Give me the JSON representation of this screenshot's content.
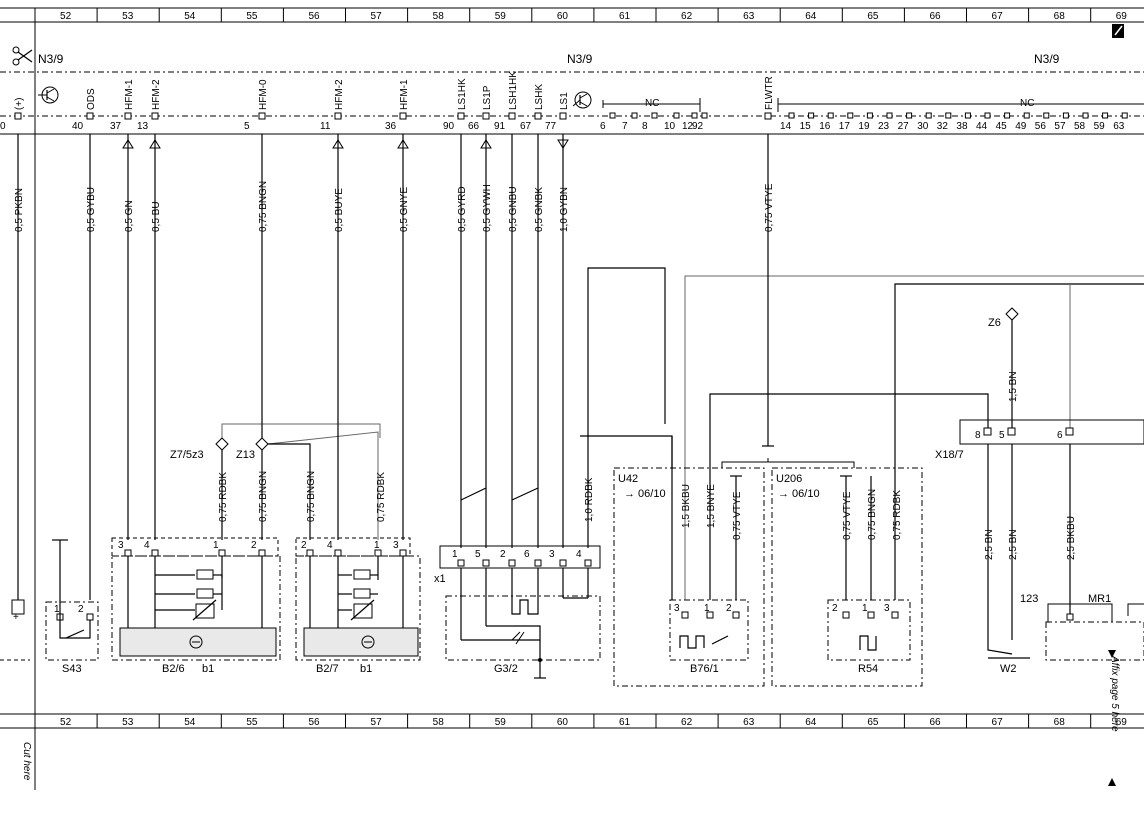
{
  "grid_numbers": [
    "52",
    "53",
    "54",
    "55",
    "56",
    "57",
    "58",
    "59",
    "60",
    "61",
    "62",
    "63",
    "64",
    "65",
    "66",
    "67",
    "68",
    "69"
  ],
  "header": {
    "n39_left": "N3/9",
    "n39_mid": "N3/9",
    "n39_right": "N3/9"
  },
  "top_signals": [
    {
      "label": "(+)",
      "pin": "0",
      "wire": "0,5 PKBN"
    },
    {
      "label": "ODS",
      "pin": "40",
      "wire": "0,5 GYBU"
    },
    {
      "label": "HFM-1",
      "pin": "37",
      "wire": "0,5 GN"
    },
    {
      "label": "HFM-2",
      "pin": "13",
      "wire": "0,5 BU"
    },
    {
      "label": "HFM-0",
      "pin": "5",
      "wire": "0,75 BNGN"
    },
    {
      "label": "HFM-2",
      "pin": "11",
      "wire": "0,5 BUYE"
    },
    {
      "label": "HFM-1",
      "pin": "36",
      "wire": "0,5 GNYE"
    },
    {
      "label": "LS1HK",
      "pin": "90",
      "wire": "0,5 GYRD"
    },
    {
      "label": "LS1P",
      "pin": "66",
      "wire": "0,5 GYWH"
    },
    {
      "label": "LSH1HK",
      "pin": "91",
      "wire": "0,5 GNBU"
    },
    {
      "label": "LSHK",
      "pin": "67",
      "wire": "0,5 GNBK"
    },
    {
      "label": "LS1",
      "pin": "77",
      "wire": "1,0 GYBN"
    },
    {
      "label": "FLWTR",
      "pin": "",
      "wire": "0,75 VTYE"
    }
  ],
  "nc_label": "NC",
  "nc_pins_1": [
    "6",
    "7",
    "8",
    "10",
    "12",
    "92"
  ],
  "nc_pins_2": [
    "14",
    "15",
    "16",
    "17",
    "19",
    "23",
    "27",
    "30",
    "32",
    "38",
    "44",
    "45",
    "49",
    "56",
    "57",
    "58",
    "59",
    "63"
  ],
  "splices": {
    "z7": "Z7/5z3",
    "z13": "Z13",
    "z6": "Z6"
  },
  "mid_wires": {
    "z7_wire": "0,75 RDBK",
    "z13_wire": "0,75 BNGN",
    "b27_bngn": "0,75 BNGN",
    "b27_rdbk": "0,75 RDBK",
    "x1_rdbk": "1,0 RDBK",
    "u42_bkbu": "1,5 BKBU",
    "u42_bnye": "1,5 BNYE",
    "u42_vtye": "0,75 VTYE",
    "u206_vtye": "0,75 VTYE",
    "u206_bngn": "0,75 BNGN",
    "u206_rdbk": "0,75 RDBK",
    "z6_bn": "1,5 BN",
    "w2_bn1": "2,5 BN",
    "w2_bn2": "2,5 BN",
    "mr1_bkbu": "2,5 BKBU"
  },
  "components": {
    "b26": "B2/6",
    "b26_sub": "b1",
    "b27": "B2/7",
    "b27_sub": "b1",
    "g32": "G3/2",
    "s43": "S43",
    "b761": "B76/1",
    "r54": "R54",
    "w2": "W2",
    "u42": "U42",
    "u42_ref": "→ 06/10",
    "u206": "U206",
    "u206_ref": "→ 06/10",
    "x187": "X18/7",
    "x1": "x1",
    "mr1": "MR1",
    "mr1_num": "123"
  },
  "pins": {
    "s43": [
      "1",
      "2"
    ],
    "b26": [
      "3",
      "4",
      "1",
      "2"
    ],
    "b27": [
      "2",
      "4",
      "1",
      "3"
    ],
    "x1": [
      "1",
      "5",
      "2",
      "6",
      "3",
      "4"
    ],
    "b761": [
      "3",
      "1",
      "2"
    ],
    "r54": [
      "2",
      "1",
      "3"
    ],
    "x187": [
      "8",
      "5",
      "6"
    ],
    "plus": "+"
  },
  "margin": {
    "cut_here": "Cut here",
    "affix": "Affix page 5 here"
  }
}
